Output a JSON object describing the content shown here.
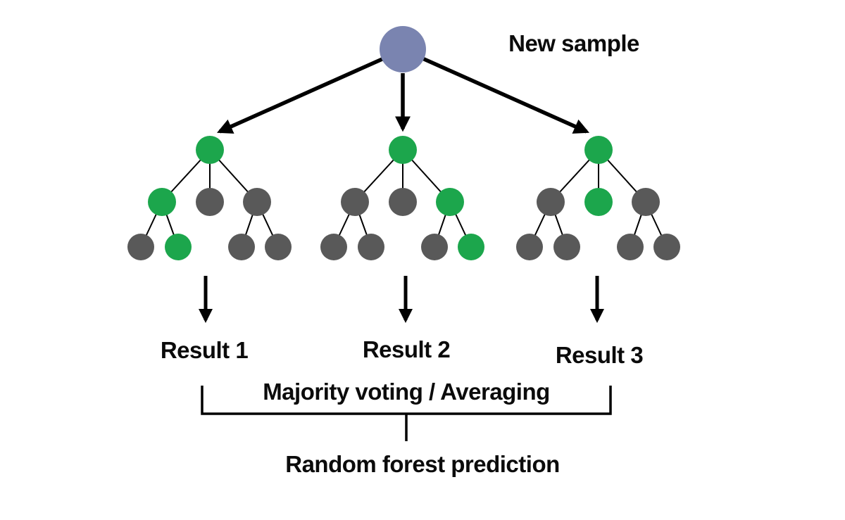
{
  "labels": {
    "new_sample": "New sample",
    "majority_voting": "Majority voting / Averaging",
    "final_prediction": "Random forest prediction"
  },
  "results": [
    {
      "label": "Result 1"
    },
    {
      "label": "Result 2"
    },
    {
      "label": "Result 3"
    }
  ],
  "colors": {
    "sample": "#7A84B0",
    "green": "#1CA64C",
    "gray": "#595959",
    "line": "#000000"
  },
  "trees": [
    {
      "name": "tree-1",
      "root": "green",
      "children": [
        "green",
        "gray",
        "gray"
      ],
      "leaves": [
        "gray",
        "green",
        "gray",
        "gray"
      ]
    },
    {
      "name": "tree-2",
      "root": "green",
      "children": [
        "gray",
        "gray",
        "green"
      ],
      "leaves": [
        "gray",
        "gray",
        "gray",
        "green"
      ]
    },
    {
      "name": "tree-3",
      "root": "green",
      "children": [
        "gray",
        "green",
        "gray"
      ],
      "leaves": [
        "gray",
        "gray",
        "gray",
        "gray"
      ]
    }
  ]
}
